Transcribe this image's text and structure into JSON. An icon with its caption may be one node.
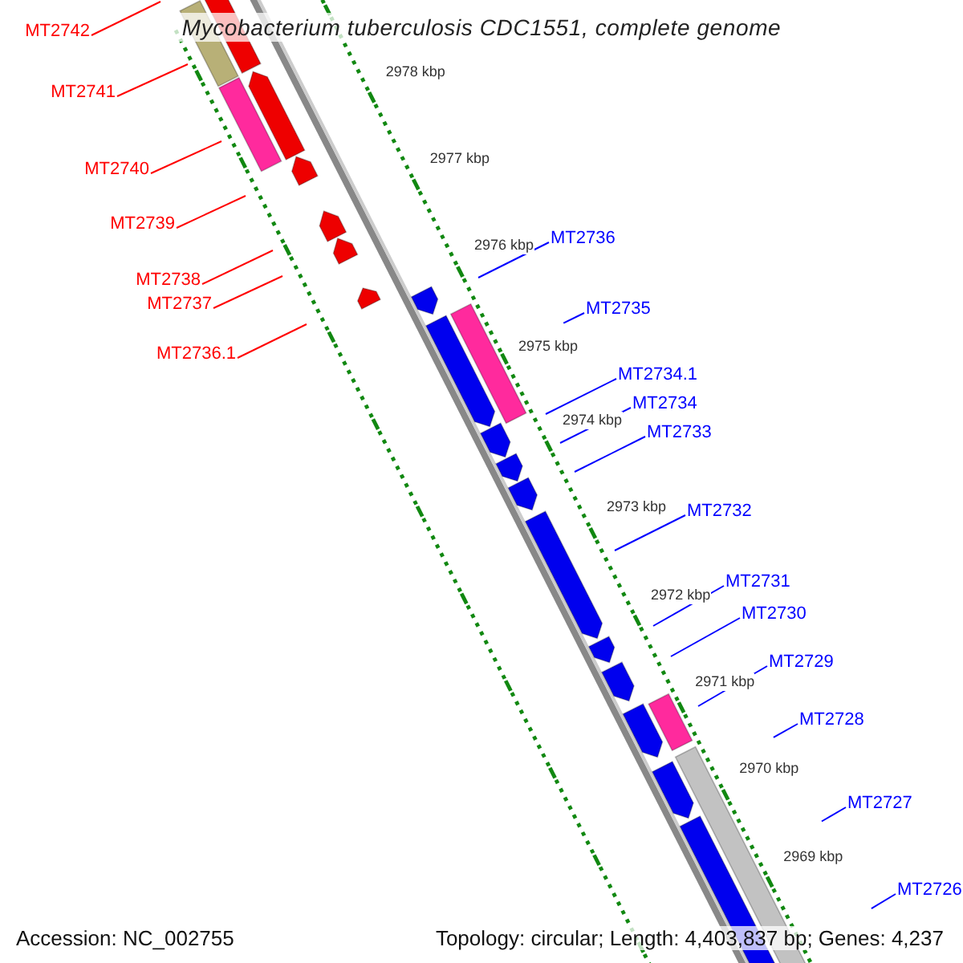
{
  "diagram": {
    "title": "Mycobacterium tuberculosis CDC1551, complete genome",
    "nodes": [
      {
        "text": [
          "MT2742"
        ]
      },
      {
        "text": [
          "MT2741"
        ]
      },
      {
        "text": [
          "MT2740"
        ]
      },
      {
        "text": [
          "MT2739"
        ]
      },
      {
        "text": [
          "MT2738"
        ]
      },
      {
        "text": [
          "MT2737"
        ]
      },
      {
        "text": [
          "MT2736.1"
        ]
      },
      {
        "text": [
          "MT2736"
        ]
      },
      {
        "text": [
          "MT2735"
        ]
      },
      {
        "text": [
          "MT2734.1"
        ]
      },
      {
        "text": [
          "MT2734"
        ]
      },
      {
        "text": [
          "MT2733"
        ]
      },
      {
        "text": [
          "MT2732"
        ]
      },
      {
        "text": [
          "MT2731"
        ]
      },
      {
        "text": [
          "MT2730"
        ]
      },
      {
        "text": [
          "MT2729"
        ]
      },
      {
        "text": [
          "MT2728"
        ]
      },
      {
        "text": [
          "MT2727"
        ]
      },
      {
        "text": [
          "MT2726"
        ]
      }
    ],
    "edges": [
      {
        "from": 0,
        "to": null,
        "arrow": "none",
        "color": "#ff0000"
      },
      {
        "from": 1,
        "to": null,
        "arrow": "none",
        "color": "#ff0000"
      },
      {
        "from": 2,
        "to": null,
        "arrow": "none",
        "color": "#ff0000"
      },
      {
        "from": 3,
        "to": null,
        "arrow": "none",
        "color": "#ff0000"
      },
      {
        "from": 4,
        "to": null,
        "arrow": "none",
        "color": "#ff0000"
      },
      {
        "from": 5,
        "to": null,
        "arrow": "none",
        "color": "#ff0000"
      },
      {
        "from": 6,
        "to": null,
        "arrow": "none",
        "color": "#ff0000"
      },
      {
        "from": 7,
        "to": null,
        "arrow": "none"
      },
      {
        "from": 8,
        "to": null,
        "arrow": "none"
      },
      {
        "from": 9,
        "to": null,
        "arrow": "none"
      },
      {
        "from": 10,
        "to": null,
        "arrow": "none"
      },
      {
        "from": 11,
        "to": null,
        "arrow": "none"
      },
      {
        "from": 12,
        "to": null,
        "arrow": "none"
      },
      {
        "from": 13,
        "to": null,
        "arrow": "none"
      },
      {
        "from": 14,
        "to": null,
        "arrow": "none"
      },
      {
        "from": 15,
        "to": null,
        "arrow": "none"
      },
      {
        "from": 16,
        "to": null,
        "arrow": "none"
      },
      {
        "from": 17,
        "to": null,
        "arrow": "none"
      },
      {
        "from": 18,
        "to": null,
        "arrow": "none"
      }
    ],
    "labels": [
      "2978 kbp",
      "2977 kbp",
      "2976 kbp",
      "2975 kbp",
      "2974 kbp",
      "2973 kbp",
      "2972 kbp",
      "2971 kbp",
      "2970 kbp",
      "2969 kbp",
      "Accession: NC_002755",
      "Topology: circular; Length: 4,403,837 bp; Genes: 4,237"
    ]
  }
}
